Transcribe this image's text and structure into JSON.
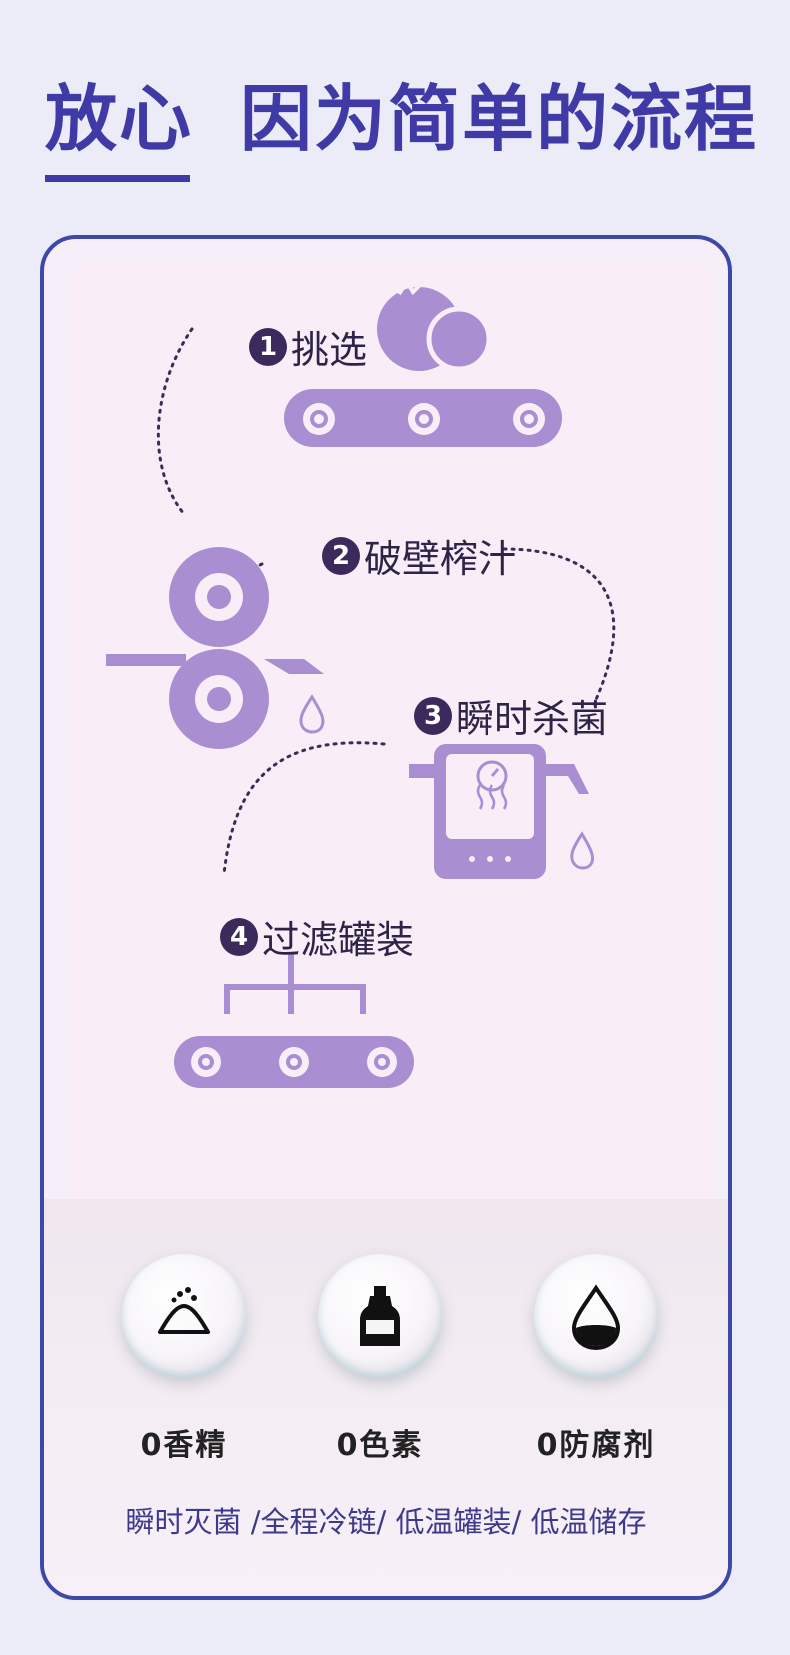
{
  "header": {
    "accent": "放心",
    "title": "因为简单的流程"
  },
  "steps": [
    {
      "num": "1",
      "label": "挑选"
    },
    {
      "num": "2",
      "label": "破壁榨汁"
    },
    {
      "num": "3",
      "label": "瞬时杀菌"
    },
    {
      "num": "4",
      "label": "过滤罐装"
    }
  ],
  "features": [
    {
      "label": "0香精",
      "icon": "powder-pile-icon"
    },
    {
      "label": "0色素",
      "icon": "bottle-icon"
    },
    {
      "label": "0防腐剂",
      "icon": "water-drop-icon"
    }
  ],
  "footer": "瞬时灭菌 /全程冷链/ 低温罐装/ 低温储存",
  "colors": {
    "accent": "#3f3aa5",
    "illustration": "#a98ed2",
    "border": "#3d49a6"
  }
}
